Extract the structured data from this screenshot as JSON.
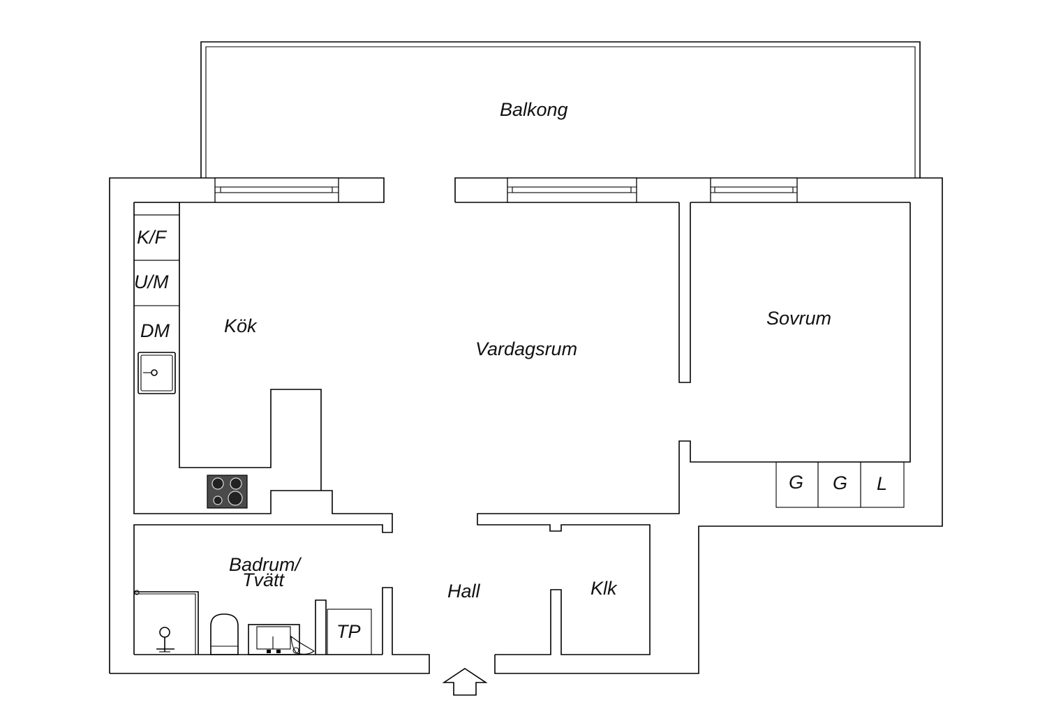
{
  "rooms": {
    "balkong": "Balkong",
    "kok": "Kök",
    "vardagsrum": "Vardagsrum",
    "sovrum": "Sovrum",
    "badrum_line1": "Badrum/",
    "badrum_line2": "Tvätt",
    "hall": "Hall",
    "klk": "Klk"
  },
  "fixtures": {
    "kf": "K/F",
    "um": "U/M",
    "dm": "DM",
    "tp": "TP",
    "closet_1": "G",
    "closet_2": "G",
    "closet_3": "L"
  },
  "icons": [
    "entrance-arrow-icon",
    "sink-icon",
    "stove-icon",
    "toilet-icon",
    "shower-icon",
    "washbasin-icon"
  ]
}
